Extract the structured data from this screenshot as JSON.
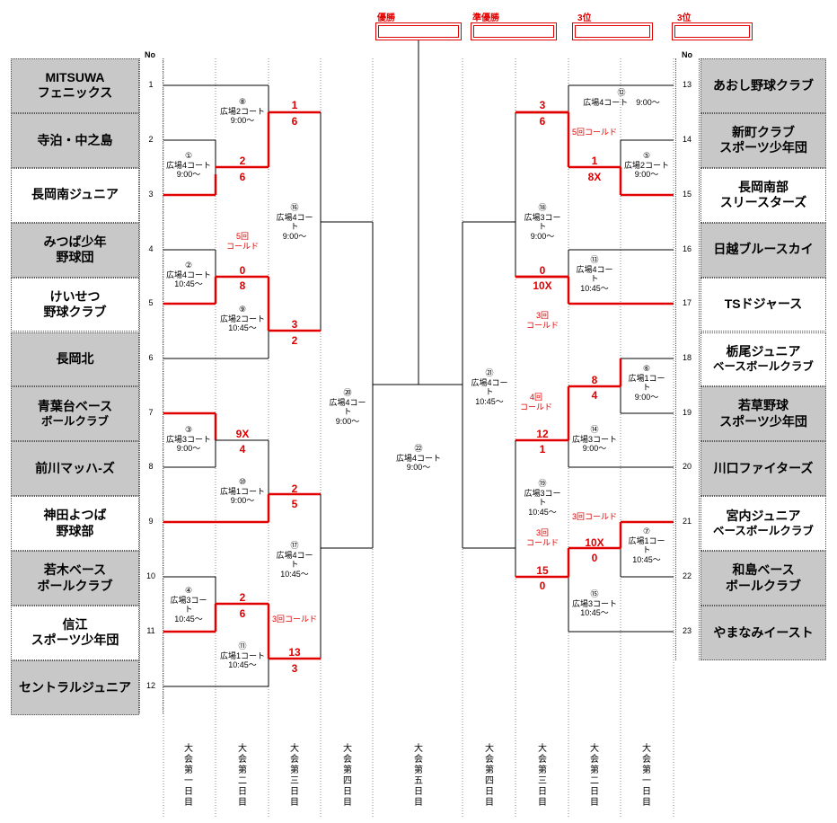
{
  "no_header": "No",
  "result_boxes": [
    "優勝",
    "準優勝",
    "3位",
    "3位"
  ],
  "left_teams": [
    {
      "no": "1",
      "lines": [
        "MITSUWA",
        "フェニックス"
      ],
      "shade": "g"
    },
    {
      "no": "2",
      "lines": [
        "寺泊・中之島"
      ],
      "shade": "g"
    },
    {
      "no": "3",
      "lines": [
        "長岡南ジュニア"
      ],
      "shade": "w"
    },
    {
      "no": "4",
      "lines": [
        "みつば少年",
        "野球団"
      ],
      "shade": "g"
    },
    {
      "no": "5",
      "lines": [
        "けいせつ",
        "野球クラブ"
      ],
      "shade": "w"
    },
    {
      "no": "6",
      "lines": [
        "長岡北"
      ],
      "shade": "g"
    },
    {
      "no": "7",
      "lines": [
        "青葉台ベース",
        "ボールクラブ"
      ],
      "shade": "g",
      "small_line": 1
    },
    {
      "no": "8",
      "lines": [
        "前川マッハ-ズ"
      ],
      "shade": "g"
    },
    {
      "no": "9",
      "lines": [
        "神田よつば",
        "野球部"
      ],
      "shade": "w"
    },
    {
      "no": "10",
      "lines": [
        "若木ベース",
        "ボールクラブ"
      ],
      "shade": "g"
    },
    {
      "no": "11",
      "lines": [
        "信江",
        "スポーツ少年団"
      ],
      "shade": "w"
    },
    {
      "no": "12",
      "lines": [
        "セントラルジュニア"
      ],
      "shade": "g"
    }
  ],
  "right_teams": [
    {
      "no": "13",
      "lines": [
        "あおし野球クラブ"
      ],
      "shade": "g"
    },
    {
      "no": "14",
      "lines": [
        "新町クラブ",
        "スポーツ少年団"
      ],
      "shade": "g"
    },
    {
      "no": "15",
      "lines": [
        "長岡南部",
        "スリースターズ"
      ],
      "shade": "w"
    },
    {
      "no": "16",
      "lines": [
        "日越ブルースカイ"
      ],
      "shade": "g"
    },
    {
      "no": "17",
      "lines": [
        "TSドジャース"
      ],
      "shade": "w"
    },
    {
      "no": "18",
      "lines": [
        "栃尾ジュニア",
        "ベースボールクラブ"
      ],
      "shade": "w",
      "small_line": 1
    },
    {
      "no": "19",
      "lines": [
        "若草野球",
        "スポーツ少年団"
      ],
      "shade": "g"
    },
    {
      "no": "20",
      "lines": [
        "川口ファイターズ"
      ],
      "shade": "g"
    },
    {
      "no": "21",
      "lines": [
        "宮内ジュニア",
        "ベースボールクラブ"
      ],
      "shade": "w",
      "small_line": 1
    },
    {
      "no": "22",
      "lines": [
        "和島ベース",
        "ボールクラブ"
      ],
      "shade": "g"
    },
    {
      "no": "23",
      "lines": [
        "やまなみイースト"
      ],
      "shade": "g"
    }
  ],
  "matches": [
    {
      "id": "m1",
      "lines": [
        "①",
        "広場4コート",
        "9:00～"
      ]
    },
    {
      "id": "m2",
      "lines": [
        "②",
        "広場4コート",
        "10:45～"
      ]
    },
    {
      "id": "m3",
      "lines": [
        "③",
        "広場3コート",
        "9:00～"
      ]
    },
    {
      "id": "m4",
      "lines": [
        "④",
        "広場3コー",
        "ト",
        "10:45～"
      ]
    },
    {
      "id": "m5",
      "lines": [
        "⑤",
        "広場2コート",
        "9:00～"
      ]
    },
    {
      "id": "m6",
      "lines": [
        "⑥",
        "広場1コー",
        "ト",
        "9:00～"
      ]
    },
    {
      "id": "m7",
      "lines": [
        "⑦",
        "広場1コー",
        "ト",
        "10:45～"
      ]
    },
    {
      "id": "m8",
      "lines": [
        "⑧",
        "広場2コート",
        "9:00～"
      ]
    },
    {
      "id": "m9",
      "lines": [
        "⑨",
        "広場2コート",
        "10:45～"
      ]
    },
    {
      "id": "m10",
      "lines": [
        "⑩",
        "広場1コート",
        "9:00～"
      ]
    },
    {
      "id": "m11",
      "lines": [
        "⑪",
        "広場1コート",
        "10:45～"
      ]
    },
    {
      "id": "m12",
      "lines": [
        "⑫",
        "広場4コート　9:00～"
      ]
    },
    {
      "id": "m13",
      "lines": [
        "⑬",
        "広場4コー",
        "ト",
        "10:45～"
      ]
    },
    {
      "id": "m14",
      "lines": [
        "⑭",
        "広場3コート",
        "9:00～"
      ]
    },
    {
      "id": "m15",
      "lines": [
        "⑮",
        "広場3コート",
        "10:45～"
      ]
    },
    {
      "id": "m16",
      "lines": [
        "⑯",
        "広場4コー",
        "ト",
        "9:00～"
      ]
    },
    {
      "id": "m17",
      "lines": [
        "⑰",
        "広場4コー",
        "ト",
        "10:45～"
      ]
    },
    {
      "id": "m18",
      "lines": [
        "⑱",
        "広場3コー",
        "ト",
        "9:00～"
      ]
    },
    {
      "id": "m19",
      "lines": [
        "⑲",
        "広場3コー",
        "ト",
        "10:45～"
      ]
    },
    {
      "id": "m20",
      "lines": [
        "⑳",
        "広場4コー",
        "ト",
        "9:00～"
      ]
    },
    {
      "id": "m21",
      "lines": [
        "㉑",
        "広場4コー",
        "ト",
        "10:45～"
      ]
    },
    {
      "id": "m22",
      "lines": [
        "㉒",
        "広場4コート",
        "9:00～"
      ]
    }
  ],
  "scores": [
    {
      "id": "s1",
      "text": "1"
    },
    {
      "id": "s2",
      "text": "6"
    },
    {
      "id": "s3",
      "text": "2"
    },
    {
      "id": "s4",
      "text": "6"
    },
    {
      "id": "s5",
      "text": "0"
    },
    {
      "id": "s6",
      "text": "8"
    },
    {
      "id": "s7",
      "text": "3"
    },
    {
      "id": "s8",
      "text": "2"
    },
    {
      "id": "s9",
      "text": "9X"
    },
    {
      "id": "s10",
      "text": "4"
    },
    {
      "id": "s11",
      "text": "2"
    },
    {
      "id": "s12",
      "text": "5"
    },
    {
      "id": "s13",
      "text": "2"
    },
    {
      "id": "s14",
      "text": "6"
    },
    {
      "id": "s15",
      "text": "13"
    },
    {
      "id": "s16",
      "text": "3"
    },
    {
      "id": "s17",
      "text": "3"
    },
    {
      "id": "s18",
      "text": "6"
    },
    {
      "id": "s19",
      "text": "1"
    },
    {
      "id": "s20",
      "text": "8X"
    },
    {
      "id": "s21",
      "text": "0"
    },
    {
      "id": "s22",
      "text": "10X"
    },
    {
      "id": "s23",
      "text": "8"
    },
    {
      "id": "s24",
      "text": "4"
    },
    {
      "id": "s25",
      "text": "12"
    },
    {
      "id": "s26",
      "text": "1"
    },
    {
      "id": "s27",
      "text": "10X"
    },
    {
      "id": "s28",
      "text": "0"
    },
    {
      "id": "s29",
      "text": "15"
    },
    {
      "id": "s30",
      "text": "0"
    }
  ],
  "notes": [
    {
      "id": "n1",
      "lines": [
        "5回",
        "コールド"
      ]
    },
    {
      "id": "n2",
      "lines": [
        "3回コールド"
      ]
    },
    {
      "id": "n3",
      "lines": [
        "5回コールド"
      ]
    },
    {
      "id": "n4",
      "lines": [
        "3回",
        "コールド"
      ]
    },
    {
      "id": "n5",
      "lines": [
        "4回",
        "コールド"
      ]
    },
    {
      "id": "n6",
      "lines": [
        "3回コールド"
      ]
    },
    {
      "id": "n7",
      "lines": [
        "3回",
        "コールド"
      ]
    }
  ],
  "days": [
    {
      "id": "d1",
      "chars": [
        "大",
        "会",
        "第",
        "一",
        "日",
        "目"
      ]
    },
    {
      "id": "d2",
      "chars": [
        "大",
        "会",
        "第",
        "二",
        "日",
        "目"
      ]
    },
    {
      "id": "d3",
      "chars": [
        "大",
        "会",
        "第",
        "三",
        "日",
        "目"
      ]
    },
    {
      "id": "d4",
      "chars": [
        "大",
        "会",
        "第",
        "四",
        "日",
        "目"
      ]
    },
    {
      "id": "d5",
      "chars": [
        "大",
        "会",
        "第",
        "五",
        "日",
        "目"
      ]
    },
    {
      "id": "d6",
      "chars": [
        "大",
        "会",
        "第",
        "四",
        "日",
        "目"
      ]
    },
    {
      "id": "d7",
      "chars": [
        "大",
        "会",
        "第",
        "三",
        "日",
        "目"
      ]
    },
    {
      "id": "d8",
      "chars": [
        "大",
        "会",
        "第",
        "二",
        "日",
        "目"
      ]
    },
    {
      "id": "d9",
      "chars": [
        "大",
        "会",
        "第",
        "一",
        "日",
        "目"
      ]
    }
  ]
}
